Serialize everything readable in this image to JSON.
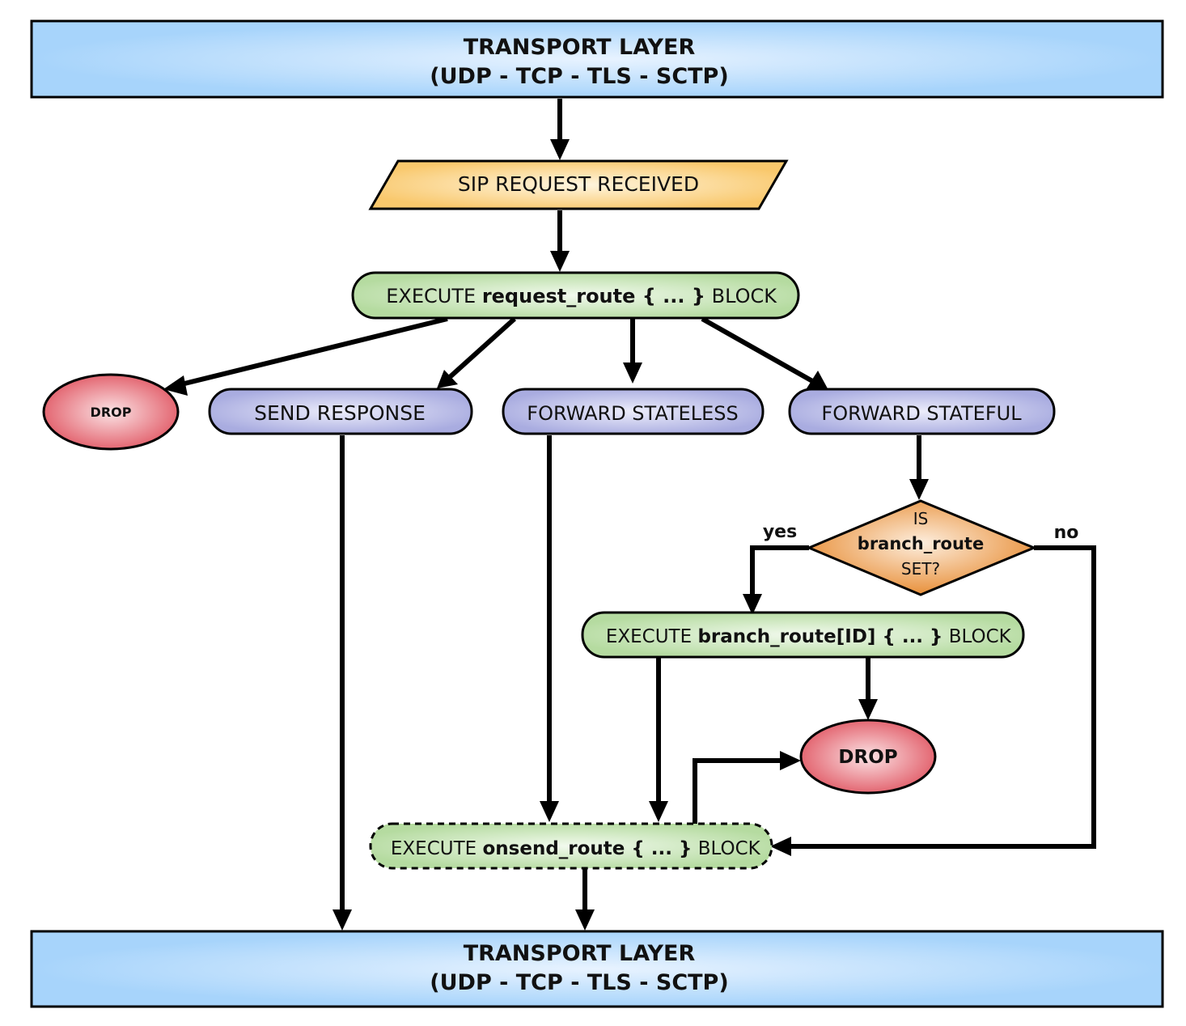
{
  "diagram": {
    "colors": {
      "transport_fill": "#a7d4fb",
      "transport_center": "#e8f3ff",
      "input_fill": "#f9c86c",
      "input_center": "#fff6e0",
      "route_fill": "#b5dba0",
      "route_center": "#f2faee",
      "action_fill": "#a9ace0",
      "action_center": "#ecedfb",
      "drop_fill": "#e15a66",
      "drop_center": "#fbe3e5",
      "decision_fill": "#e8903a",
      "decision_center": "#fdeede",
      "stroke": "#000000"
    },
    "nodes": {
      "transport_top": {
        "line1": "TRANSPORT LAYER",
        "line2": "(UDP - TCP - TLS - SCTP)"
      },
      "sip_request": {
        "label": "SIP REQUEST RECEIVED"
      },
      "request_route": {
        "prefix": "EXECUTE ",
        "keyword": "request_route { ... }",
        "suffix": " BLOCK"
      },
      "drop_left": {
        "label": "DROP"
      },
      "send_response": {
        "label": "SEND RESPONSE"
      },
      "forward_stateless": {
        "label": "FORWARD STATELESS"
      },
      "forward_stateful": {
        "label": "FORWARD STATEFUL"
      },
      "decision": {
        "line1": "IS",
        "line2": "branch_route",
        "line3": "SET?"
      },
      "branch_route": {
        "prefix": "EXECUTE ",
        "keyword": "branch_route[ID] { ... }",
        "suffix": " BLOCK"
      },
      "drop_right": {
        "label": "DROP"
      },
      "onsend_route": {
        "prefix": "EXECUTE ",
        "keyword": "onsend_route { ... }",
        "suffix": " BLOCK"
      },
      "transport_bottom": {
        "line1": "TRANSPORT LAYER",
        "line2": "(UDP - TCP - TLS - SCTP)"
      }
    },
    "edge_labels": {
      "yes": "yes",
      "no": "no"
    },
    "edges": [
      {
        "from": "transport_top",
        "to": "sip_request"
      },
      {
        "from": "sip_request",
        "to": "request_route"
      },
      {
        "from": "request_route",
        "to": "drop_left"
      },
      {
        "from": "request_route",
        "to": "send_response"
      },
      {
        "from": "request_route",
        "to": "forward_stateless"
      },
      {
        "from": "request_route",
        "to": "forward_stateful"
      },
      {
        "from": "forward_stateful",
        "to": "decision"
      },
      {
        "from": "decision",
        "to": "branch_route",
        "label": "yes"
      },
      {
        "from": "decision",
        "to": "onsend_route",
        "label": "no"
      },
      {
        "from": "branch_route",
        "to": "drop_right"
      },
      {
        "from": "branch_route",
        "to": "onsend_route"
      },
      {
        "from": "forward_stateless",
        "to": "onsend_route"
      },
      {
        "from": "onsend_route",
        "to": "drop_right"
      },
      {
        "from": "onsend_route",
        "to": "transport_bottom"
      },
      {
        "from": "send_response",
        "to": "transport_bottom"
      }
    ]
  }
}
